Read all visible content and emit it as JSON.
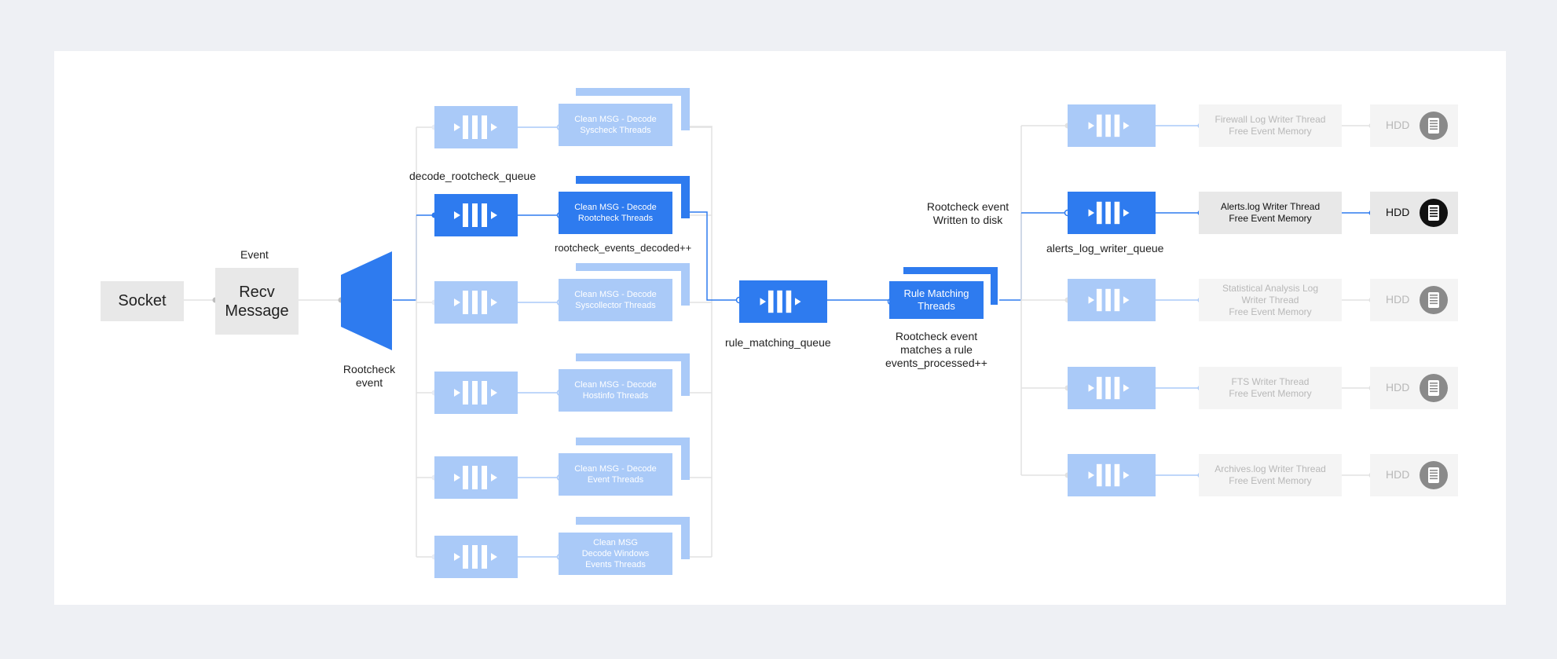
{
  "colors": {
    "accent": "#2e7bef",
    "accent_dim": "#aacaf8",
    "line_active": "#2e7bef",
    "line_dim": "#e2e2e2",
    "box_gray": "#e8e8e8",
    "text": "#222222",
    "text_dim": "#b8b8b8"
  },
  "nodes": {
    "socket": "Socket",
    "recv": "Recv\nMessage",
    "event_label": "Event",
    "rootcheck_event_label": "Rootcheck\nevent"
  },
  "decoders": [
    {
      "queue_icon": "queue-icon",
      "thread": "Clean MSG - Decode\nSyscheck Threads",
      "active": false
    },
    {
      "queue_icon": "queue-icon",
      "thread": "Clean MSG - Decode\nRootcheck Threads",
      "active": true
    },
    {
      "queue_icon": "queue-icon",
      "thread": "Clean MSG - Decode\nSyscollector Threads",
      "active": false
    },
    {
      "queue_icon": "queue-icon",
      "thread": "Clean MSG - Decode\nHostinfo Threads",
      "active": false
    },
    {
      "queue_icon": "queue-icon",
      "thread": "Clean MSG - Decode\nEvent Threads",
      "active": false
    },
    {
      "queue_icon": "queue-icon",
      "thread": "Clean MSG\nDecode Windows\nEvents Threads",
      "active": false
    }
  ],
  "labels": {
    "decode_queue": "decode_rootcheck_queue",
    "decoded_counter": "rootcheck_events_decoded++",
    "rule_queue": "rule_matching_queue",
    "rule_threads": "Rule Matching\nThreads",
    "rule_note": "Rootcheck event\nmatches a rule\nevents_processed++",
    "written_note": "Rootcheck event\nWritten to disk",
    "alerts_queue": "alerts_log_writer_queue"
  },
  "writers": [
    {
      "thread": "Firewall Log Writer Thread\nFree Event Memory",
      "disk": "HDD",
      "icon": "hdd-icon",
      "active": false
    },
    {
      "thread": "Alerts.log Writer Thread\nFree Event Memory",
      "disk": "HDD",
      "icon": "hdd-icon",
      "active": true
    },
    {
      "thread": "Statistical Analysis Log\nWriter Thread\nFree Event Memory",
      "disk": "HDD",
      "icon": "hdd-icon",
      "active": false
    },
    {
      "thread": "FTS Writer Thread\nFree Event Memory",
      "disk": "HDD",
      "icon": "hdd-icon",
      "active": false
    },
    {
      "thread": "Archives.log Writer Thread\nFree Event Memory",
      "disk": "HDD",
      "icon": "hdd-icon",
      "active": false
    }
  ]
}
